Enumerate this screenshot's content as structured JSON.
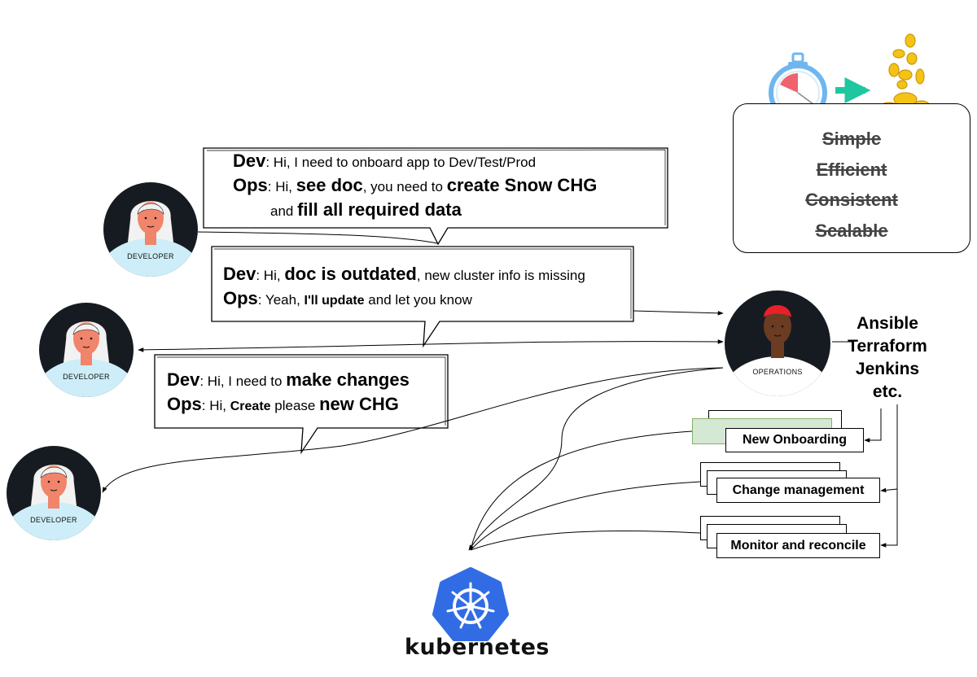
{
  "colors": {
    "avatar_bg": "#161b22",
    "avatar_shirt": "#cdeef8",
    "skin": "#f0856b",
    "ops_skin": "#6b3b22",
    "ops_hair": "#e8202a",
    "k8s_blue": "#326ce5",
    "coin_gold": "#f5c316",
    "arrow_teal": "#1fc7a0",
    "stopwatch_blue": "#6fb6ef",
    "onboarding_green": "#d5e8d4"
  },
  "avatars": {
    "dev1_label": "DEVELOPER",
    "dev2_label": "DEVELOPER",
    "dev3_label": "DEVELOPER",
    "ops_label": "OPERATIONS"
  },
  "bubble1": {
    "line1_speaker": "Dev",
    "line1_text": ": Hi, I need to onboard app to Dev/Test/Prod",
    "line2_speaker": "Ops",
    "line2_a": ": Hi, ",
    "line2_b": "see doc",
    "line2_c": ", you need to ",
    "line2_d": "create Snow CHG",
    "line3_a": "and ",
    "line3_b": "fill all required data"
  },
  "bubble2": {
    "line1_speaker": "Dev",
    "line1_a": ": Hi, ",
    "line1_b": "doc is outdated",
    "line1_c": ", new cluster info is missing",
    "line2_speaker": "Ops",
    "line2_a": ": Yeah, ",
    "line2_b": "I'll update",
    "line2_c": " and let you know"
  },
  "bubble3": {
    "line1_speaker": "Dev",
    "line1_a": ": Hi, I need to ",
    "line1_b": "make changes",
    "line2_speaker": "Ops",
    "line2_a": ": Hi,  ",
    "line2_b": "Create",
    "line2_c": " please ",
    "line2_d": "new CHG"
  },
  "tools": [
    "Ansible",
    "Terraform",
    "Jenkins",
    "etc."
  ],
  "processes": {
    "onboarding": "New Onboarding",
    "change": "Change management",
    "monitor": "Monitor and reconcile"
  },
  "goals": [
    "Simple",
    "Efficient",
    "Consistent",
    "Scalable"
  ],
  "kubernetes": {
    "wordmark": "kubernetes"
  }
}
